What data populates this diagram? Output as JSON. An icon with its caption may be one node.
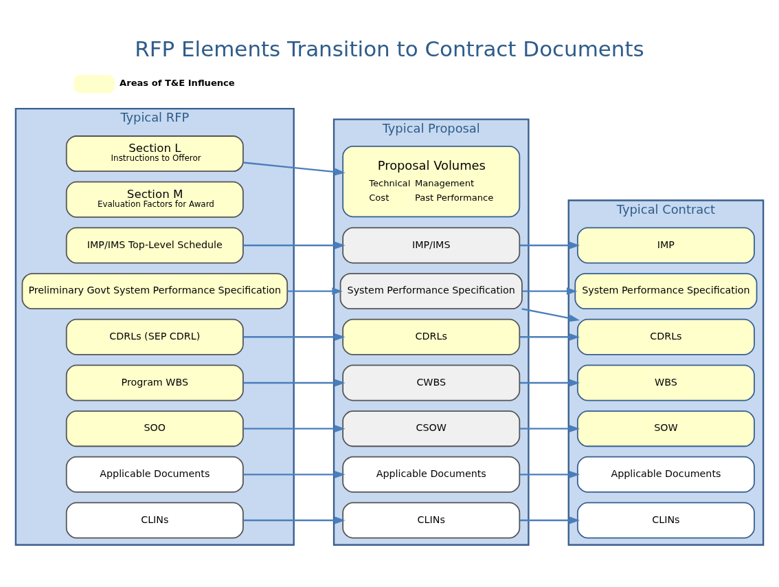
{
  "diagram": {
    "title": "RFP Elements Transition to Contract Documents",
    "nodes": [
      {
        "text": [
          "Typical RFP"
        ]
      },
      {
        "text": [
          "Section L",
          "Instructions to Offeror"
        ],
        "in": 0
      },
      {
        "text": [
          "Section M",
          "Evaluation Factors for Award"
        ],
        "in": 0
      },
      {
        "text": [
          "Preliminary Govt System Performance Specification"
        ],
        "in": 0
      },
      {
        "text": [
          "IMP/IMS Top-Level Schedule"
        ],
        "in": 0
      },
      {
        "text": [
          "Program WBS"
        ],
        "in": 0
      },
      {
        "text": [
          "SOO"
        ],
        "in": 0
      },
      {
        "text": [
          "Applicable Documents"
        ],
        "in": 0
      },
      {
        "text": [
          "CDRLs (SEP CDRL)"
        ],
        "in": 0
      },
      {
        "text": [
          "CLINs"
        ],
        "in": 0
      },
      {
        "text": [
          "Typical Proposal"
        ]
      },
      {
        "text": [
          "Proposal Volumes",
          "Technical",
          "Management",
          "Cost",
          "Past Performance"
        ],
        "in": 10
      },
      {
        "text": [
          "System Performance Specification"
        ],
        "in": 10
      },
      {
        "text": [
          "IMP/IMS"
        ],
        "in": 10
      },
      {
        "text": [
          "CWBS"
        ],
        "in": 10
      },
      {
        "text": [
          "CSOW"
        ],
        "in": 10
      },
      {
        "text": [
          "Applicable Documents"
        ],
        "in": 10
      },
      {
        "text": [
          "CDRLs"
        ],
        "in": 10
      },
      {
        "text": [
          "CLINs"
        ],
        "in": 10
      },
      {
        "text": [
          "Typical Contract"
        ]
      },
      {
        "text": [
          "System Performance Specification"
        ],
        "in": 19
      },
      {
        "text": [
          "IMP"
        ],
        "in": 19
      },
      {
        "text": [
          "WBS"
        ],
        "in": 19
      },
      {
        "text": [
          "SOW"
        ],
        "in": 19
      },
      {
        "text": [
          "Applicable Documents"
        ],
        "in": 19
      },
      {
        "text": [
          "CDRLs"
        ],
        "in": 19
      },
      {
        "text": [
          "CLINs"
        ],
        "in": 19
      }
    ],
    "edges": [
      {
        "from": 1,
        "to": 11,
        "arrow": "to"
      },
      {
        "from": 3,
        "to": 12,
        "arrow": "to"
      },
      {
        "from": 4,
        "to": 13,
        "arrow": "to"
      },
      {
        "from": 5,
        "to": 14,
        "arrow": "to"
      },
      {
        "from": 6,
        "to": 15,
        "arrow": "to"
      },
      {
        "from": 7,
        "to": 16,
        "arrow": "to"
      },
      {
        "from": 8,
        "to": 17,
        "arrow": "to"
      },
      {
        "from": 9,
        "to": 18,
        "arrow": "to"
      },
      {
        "from": 12,
        "to": 20,
        "arrow": "to"
      },
      {
        "from": 12,
        "to": 25,
        "arrow": "to"
      },
      {
        "from": 13,
        "to": 21,
        "arrow": "to"
      },
      {
        "from": 14,
        "to": 22,
        "arrow": "to"
      },
      {
        "from": 15,
        "to": 23,
        "arrow": "to"
      },
      {
        "from": 16,
        "to": 24,
        "arrow": "to"
      },
      {
        "from": 17,
        "to": 25,
        "arrow": "to"
      },
      {
        "from": 18,
        "to": 26,
        "arrow": "to"
      }
    ],
    "legend": [
      {
        "text": "Areas of T&E Influence",
        "color": "#ffffcc"
      }
    ]
  }
}
